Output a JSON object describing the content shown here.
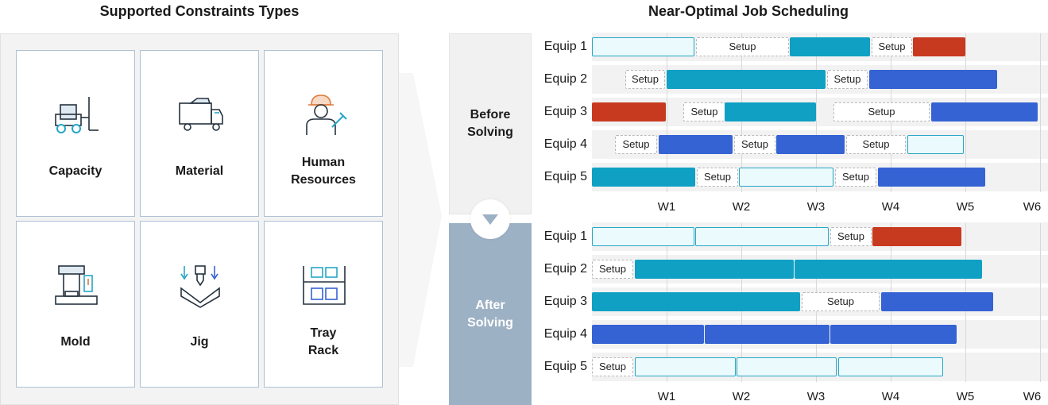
{
  "left": {
    "title": "Supported Constraints Types",
    "cards": [
      {
        "id": "capacity",
        "label": "Capacity",
        "icon": "forklift-icon"
      },
      {
        "id": "material",
        "label": "Material",
        "icon": "truck-icon"
      },
      {
        "id": "human-resources",
        "label": "Human\nResources",
        "icon": "worker-icon"
      },
      {
        "id": "mold",
        "label": "Mold",
        "icon": "mold-machine-icon"
      },
      {
        "id": "jig",
        "label": "Jig",
        "icon": "jig-press-icon"
      },
      {
        "id": "tray-rack",
        "label": "Tray\nRack",
        "icon": "tray-rack-icon"
      }
    ]
  },
  "right": {
    "title": "Near-Optimal Job Scheduling",
    "before_label": "Before\nSolving",
    "after_label": "After\nSolving",
    "weeks": [
      "W1",
      "W2",
      "W3",
      "W4",
      "W5",
      "W6"
    ],
    "colors": {
      "teal": "#10a0c4",
      "blue": "#3563d4",
      "red": "#c83a20",
      "light_fill": "#ebfafd",
      "light_border": "#27a6c6",
      "after_panel": "#9db1c5"
    },
    "before": [
      {
        "equip": "Equip 1",
        "tasks": [
          {
            "kind": "light",
            "start": 0,
            "end": 1.37
          },
          {
            "kind": "setup",
            "label": "Setup",
            "start": 1.39,
            "end": 2.63
          },
          {
            "kind": "teal",
            "start": 2.65,
            "end": 3.72
          },
          {
            "kind": "setup",
            "label": "Setup",
            "start": 3.74,
            "end": 4.28
          },
          {
            "kind": "red",
            "start": 4.3,
            "end": 5.0
          }
        ]
      },
      {
        "equip": "Equip 2",
        "tasks": [
          {
            "kind": "setup",
            "label": "Setup",
            "start": 0.45,
            "end": 0.98
          },
          {
            "kind": "teal",
            "start": 1.0,
            "end": 3.13
          },
          {
            "kind": "setup",
            "label": "Setup",
            "start": 3.15,
            "end": 3.69
          },
          {
            "kind": "blue",
            "start": 3.71,
            "end": 5.42
          }
        ]
      },
      {
        "equip": "Equip 3",
        "tasks": [
          {
            "kind": "red",
            "start": 0,
            "end": 0.99
          },
          {
            "kind": "setup",
            "label": "Setup",
            "start": 1.22,
            "end": 1.78
          },
          {
            "kind": "teal",
            "start": 1.78,
            "end": 3.0
          },
          {
            "kind": "setup",
            "label": "Setup",
            "start": 3.23,
            "end": 4.52
          },
          {
            "kind": "blue",
            "start": 4.54,
            "end": 5.97
          }
        ]
      },
      {
        "equip": "Equip 4",
        "tasks": [
          {
            "kind": "setup",
            "label": "Setup",
            "start": 0.31,
            "end": 0.87
          },
          {
            "kind": "blue",
            "start": 0.89,
            "end": 1.88
          },
          {
            "kind": "setup",
            "label": "Setup",
            "start": 1.9,
            "end": 2.45
          },
          {
            "kind": "blue",
            "start": 2.47,
            "end": 3.38
          },
          {
            "kind": "setup",
            "label": "Setup",
            "start": 3.4,
            "end": 4.2
          },
          {
            "kind": "light",
            "start": 4.22,
            "end": 4.97
          }
        ]
      },
      {
        "equip": "Equip 5",
        "tasks": [
          {
            "kind": "teal",
            "start": 0,
            "end": 1.38
          },
          {
            "kind": "setup",
            "label": "Setup",
            "start": 1.4,
            "end": 1.95
          },
          {
            "kind": "light",
            "start": 1.97,
            "end": 3.24
          },
          {
            "kind": "setup",
            "label": "Setup",
            "start": 3.26,
            "end": 3.81
          },
          {
            "kind": "blue",
            "start": 3.83,
            "end": 5.27
          }
        ]
      }
    ],
    "after": [
      {
        "equip": "Equip 1",
        "tasks": [
          {
            "kind": "light",
            "start": 0,
            "end": 1.37
          },
          {
            "kind": "light",
            "start": 1.38,
            "end": 3.17
          },
          {
            "kind": "setup",
            "label": "Setup",
            "start": 3.19,
            "end": 3.74
          },
          {
            "kind": "red",
            "start": 3.76,
            "end": 4.95
          }
        ]
      },
      {
        "equip": "Equip 2",
        "tasks": [
          {
            "kind": "setup",
            "label": "Setup",
            "start": 0,
            "end": 0.55
          },
          {
            "kind": "teal",
            "start": 0.57,
            "end": 2.7
          },
          {
            "kind": "teal",
            "start": 2.71,
            "end": 5.22
          }
        ]
      },
      {
        "equip": "Equip 3",
        "tasks": [
          {
            "kind": "teal",
            "start": 0,
            "end": 2.79
          },
          {
            "kind": "setup",
            "label": "Setup",
            "start": 2.81,
            "end": 3.85
          },
          {
            "kind": "blue",
            "start": 3.87,
            "end": 5.37
          }
        ]
      },
      {
        "equip": "Equip 4",
        "tasks": [
          {
            "kind": "blue",
            "start": 0,
            "end": 1.5
          },
          {
            "kind": "blue",
            "start": 1.51,
            "end": 3.18
          },
          {
            "kind": "blue",
            "start": 3.19,
            "end": 4.88
          }
        ]
      },
      {
        "equip": "Equip 5",
        "tasks": [
          {
            "kind": "setup",
            "label": "Setup",
            "start": 0,
            "end": 0.55
          },
          {
            "kind": "light",
            "start": 0.57,
            "end": 1.92
          },
          {
            "kind": "light",
            "start": 1.94,
            "end": 3.28
          },
          {
            "kind": "light",
            "start": 3.3,
            "end": 4.7
          }
        ]
      }
    ]
  }
}
